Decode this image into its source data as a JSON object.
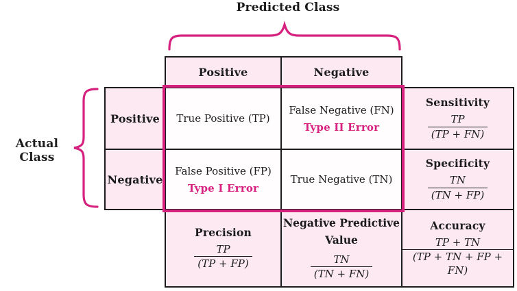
{
  "colors": {
    "accent_pink": "#d6217f",
    "cell_pink_bg": "#fce9f2",
    "cell_white_bg": "#fffdfe",
    "line_black": "#1c1c1c"
  },
  "predicted": {
    "title": "Predicted Class",
    "headers": [
      "Positive",
      "Negative"
    ]
  },
  "actual": {
    "title": "Actual Class",
    "headers": [
      "Positive",
      "Negative"
    ]
  },
  "matrix": {
    "tp": "True Positive (TP)",
    "fn": "False Negative (FN)",
    "fn_error": "Type II Error",
    "fp": "False Positive (FP)",
    "fp_error": "Type I Error",
    "tn": "True Negative (TN)"
  },
  "metrics": {
    "sensitivity": {
      "name": "Sensitivity",
      "num": "TP",
      "den": "(TP + FN)"
    },
    "specificity": {
      "name": "Specificity",
      "num": "TN",
      "den": "(TN + FP)"
    },
    "precision": {
      "name": "Precision",
      "num": "TP",
      "den": "(TP + FP)"
    },
    "npv": {
      "name_line1": "Negative Predictive",
      "name_line2": "Value",
      "num": "TN",
      "den": "(TN + FN)"
    },
    "accuracy": {
      "name": "Accuracy",
      "num": "TP + TN",
      "den": "(TP + TN + FP + FN)"
    }
  }
}
